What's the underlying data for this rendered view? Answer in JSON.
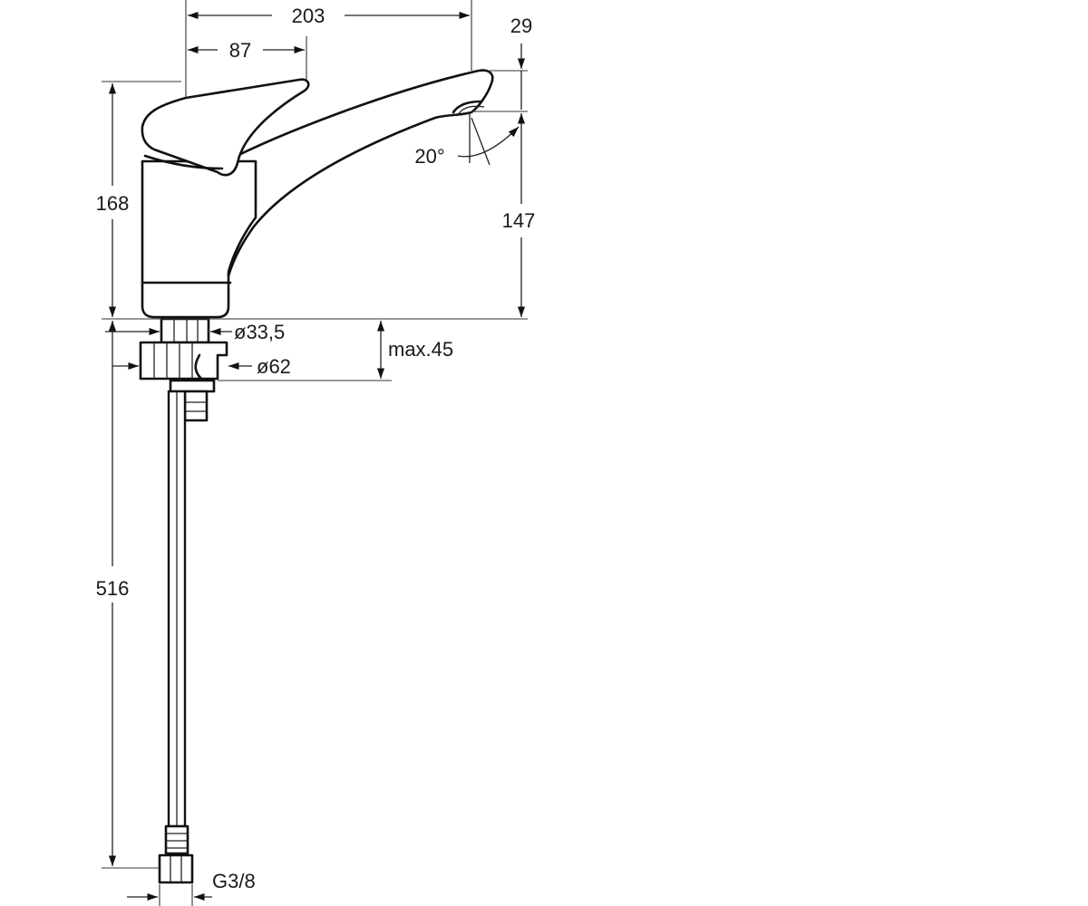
{
  "diagram": {
    "dimensions": {
      "total_reach": "203",
      "lever_offset": "87",
      "spout_tip_height": "29",
      "spray_angle": "20°",
      "body_height": "168",
      "spout_height": "147",
      "shank_diameter": "ø33,5",
      "base_diameter": "ø62",
      "max_counter_thickness": "max.45",
      "hose_length": "516",
      "connection_thread": "G3/8"
    }
  }
}
